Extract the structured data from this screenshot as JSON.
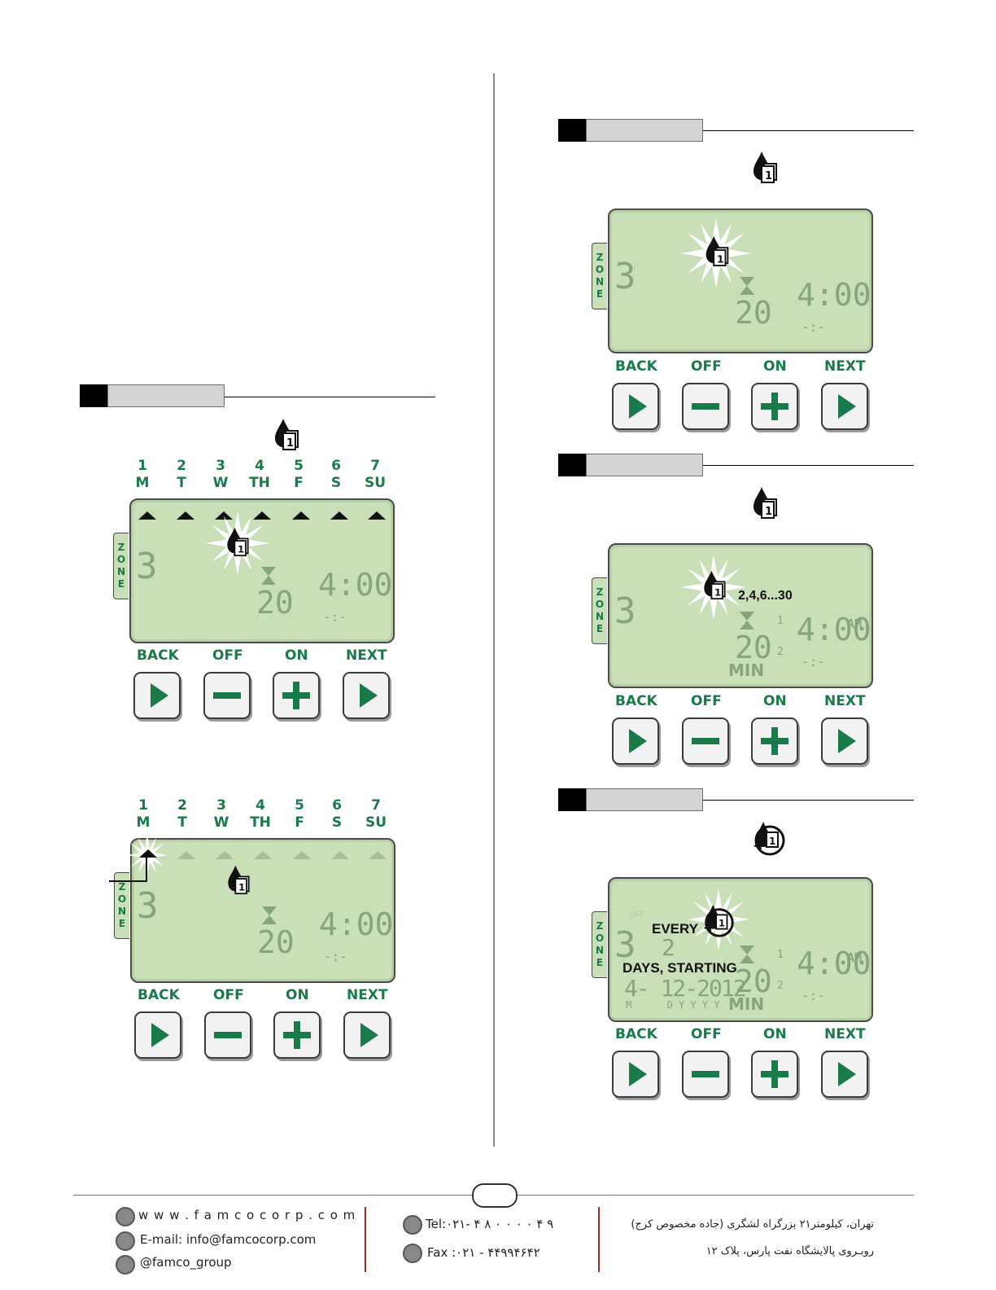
{
  "buttons": {
    "back": "BACK",
    "off": "OFF",
    "on": "ON",
    "next": "NEXT"
  },
  "zone_letters": [
    "Z",
    "O",
    "N",
    "E"
  ],
  "weekday_panels": {
    "day_numbers": [
      "1",
      "2",
      "3",
      "4",
      "5",
      "6",
      "7"
    ],
    "day_names": [
      "M",
      "T",
      "W",
      "TH",
      "F",
      "S",
      "SU"
    ]
  },
  "lcd": {
    "zone_number": "3",
    "duration": "20",
    "start_time": "4:00",
    "start_time_2": "-:-",
    "interval_days": "2,4,6...30",
    "am": "AM",
    "min": "MIN",
    "program_1": "1",
    "program_2": "2",
    "every": "EVERY",
    "every_value": "2",
    "days_starting": "DAYS, STARTING",
    "start_date": "4- 12-2012",
    "date_format": "M      D Y Y Y Y",
    "off_dim": "OFF"
  },
  "footer": {
    "website": "w w w . f a m c o c o r p . c o m",
    "email": "E-mail: info@famcocorp.com",
    "instagram": "@famco_group",
    "tel": "Tel:۰۲۱- ۴  ۸ ۰ ۰ ۰ ۰  ۴ ۹",
    "fax": "Fax :۰۲۱  -  ۴۴۹۹۴۶۴۲",
    "address_line1": "تهران، کیلومتر۲۱ بزرگراه لشگری (جاده مخصوص کرج)",
    "address_line2": "روبـروی پالایشگاه نفت پارس، پلاک ۱۲"
  },
  "icons": [
    "water-drop-program-icon",
    "water-drop-cycle-icon",
    "play-arrow-icon",
    "minus-icon",
    "plus-icon",
    "phone-icon",
    "fax-icon",
    "web-icon",
    "email-icon",
    "instagram-icon"
  ],
  "colors": {
    "accent_green": "#1b7a4a",
    "lcd_background": "#c8dfb7",
    "lcd_segments": "#86a47e",
    "divider_red": "#9b2b2b"
  }
}
